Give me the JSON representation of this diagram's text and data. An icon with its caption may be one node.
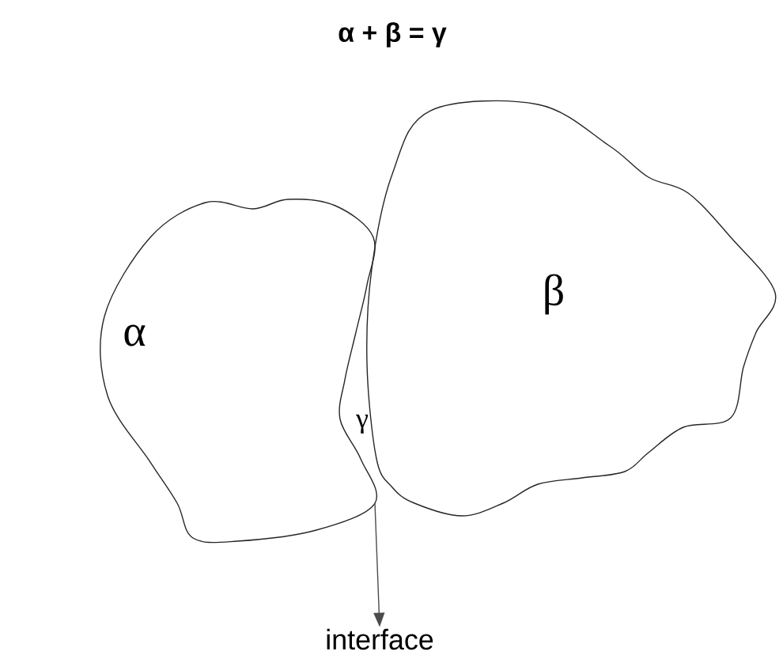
{
  "diagram": {
    "title": "α + β = γ",
    "nodes": [
      {
        "text": [
          "α"
        ]
      },
      {
        "text": [
          "β"
        ]
      },
      {
        "text": [
          "γ"
        ]
      },
      {
        "text": [
          "interface"
        ]
      }
    ],
    "edges": [
      {
        "from": 0,
        "to": 3,
        "arrow": "to"
      }
    ]
  }
}
